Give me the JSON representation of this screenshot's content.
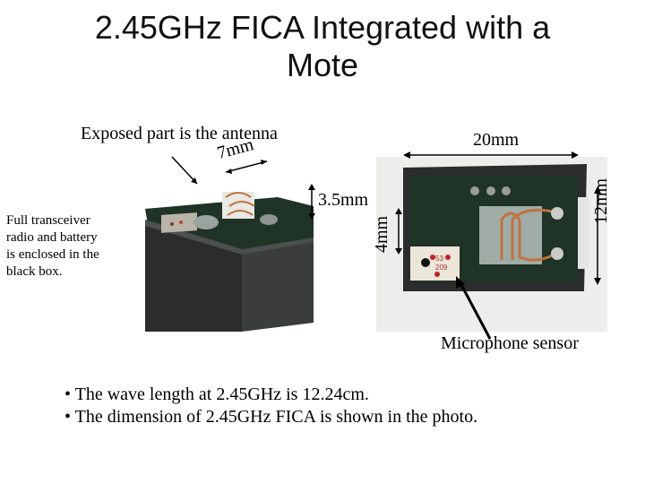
{
  "slide": {
    "title_line1": "2.45GHz FICA Integrated with a",
    "title_line2": "Mote"
  },
  "left_photo": {
    "caption_top": "Exposed part is the antenna",
    "dim_width": "7mm",
    "dim_height": "3.5mm",
    "side_note_lines": [
      "Full transceiver",
      "radio and battery",
      "is enclosed in the",
      "black box."
    ]
  },
  "right_photo": {
    "dim_length": "20mm",
    "dim_width": "12mm",
    "dim_small": "4mm",
    "chip_label_1": "53",
    "chip_label_2": "209",
    "caption_bottom": "Microphone sensor"
  },
  "bullets": [
    "• The wave length at 2.45GHz is 12.24cm.",
    "• The dimension of 2.45GHz FICA is shown in the photo."
  ],
  "colors": {
    "pcb_green": "#1f3326",
    "box_black": "#2a2d2c",
    "copper": "#c0733f",
    "photo_bg": "#eeeeee"
  }
}
